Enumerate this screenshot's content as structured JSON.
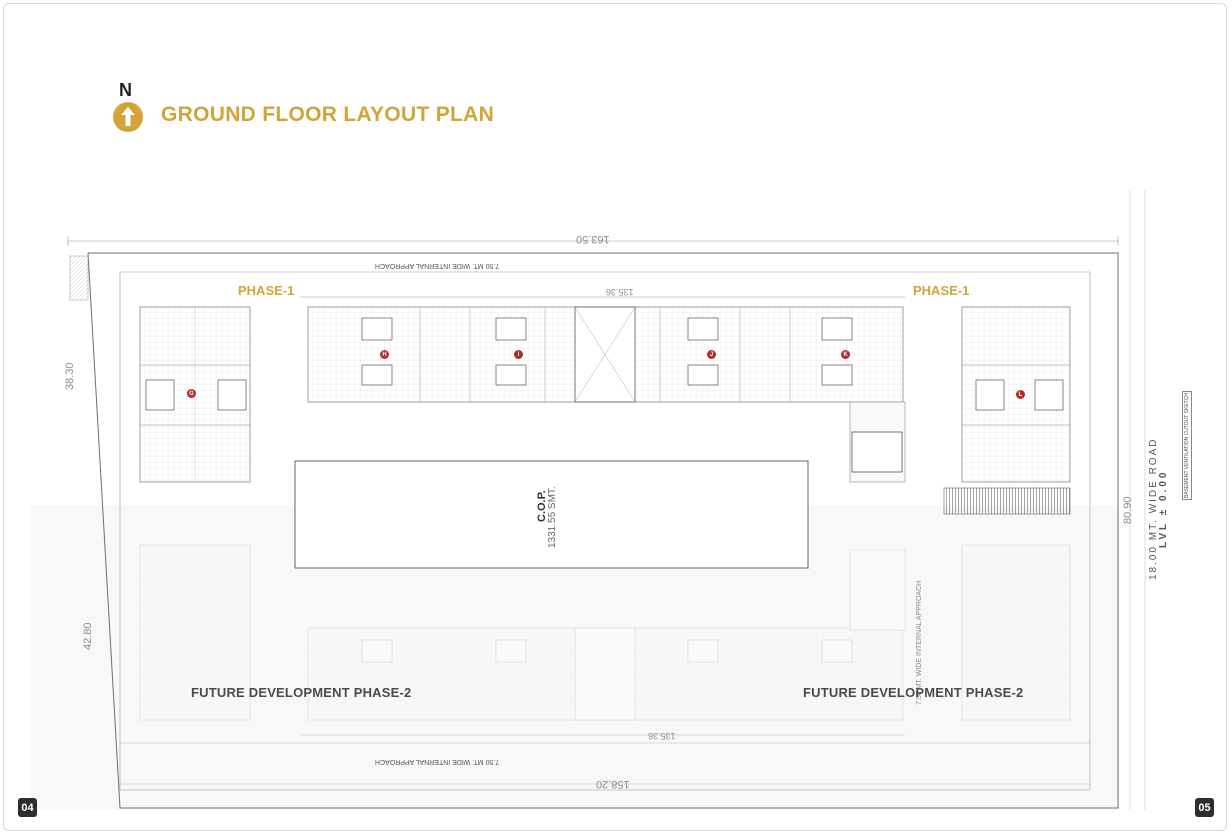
{
  "header": {
    "north_letter": "N",
    "title": "GROUND FLOOR LAYOUT PLAN"
  },
  "pages": {
    "left": "04",
    "right": "05"
  },
  "plan": {
    "phase_left": "PHASE-1",
    "phase_right": "PHASE-1",
    "future_left": "FUTURE DEVELOPMENT PHASE-2",
    "future_right": "FUTURE DEVELOPMENT PHASE-2",
    "dim_top": "163.50",
    "dim_bottom": "158.20",
    "dim_inner_top": "135.36",
    "dim_inner_bottom": "135.36",
    "dim_left_upper": "38.30",
    "dim_left_lower": "42.80",
    "dim_right": "80.90",
    "approach_top": "7.50 MT. WIDE INTERNAL APPROACH",
    "approach_bottom": "7.50 MT. WIDE INTERNAL APPROACH",
    "approach_right": "7.50 MT. WIDE INTERNAL APPROACH",
    "cop_label": "C.O.P.",
    "cop_area": "1331.55 SMT.",
    "road_label": "18.00 MT. WIDE ROAD",
    "road_level": "LVL ± 0.00",
    "ventilation_note": "BASEMENT VENTILATION CUTOUT SKETCH",
    "tower_marks": [
      "G",
      "H",
      "I",
      "J",
      "K",
      "L"
    ]
  },
  "colors": {
    "accent": "#d4a33a",
    "line": "#9a9a9a",
    "tower_mark": "#b22b2b"
  }
}
